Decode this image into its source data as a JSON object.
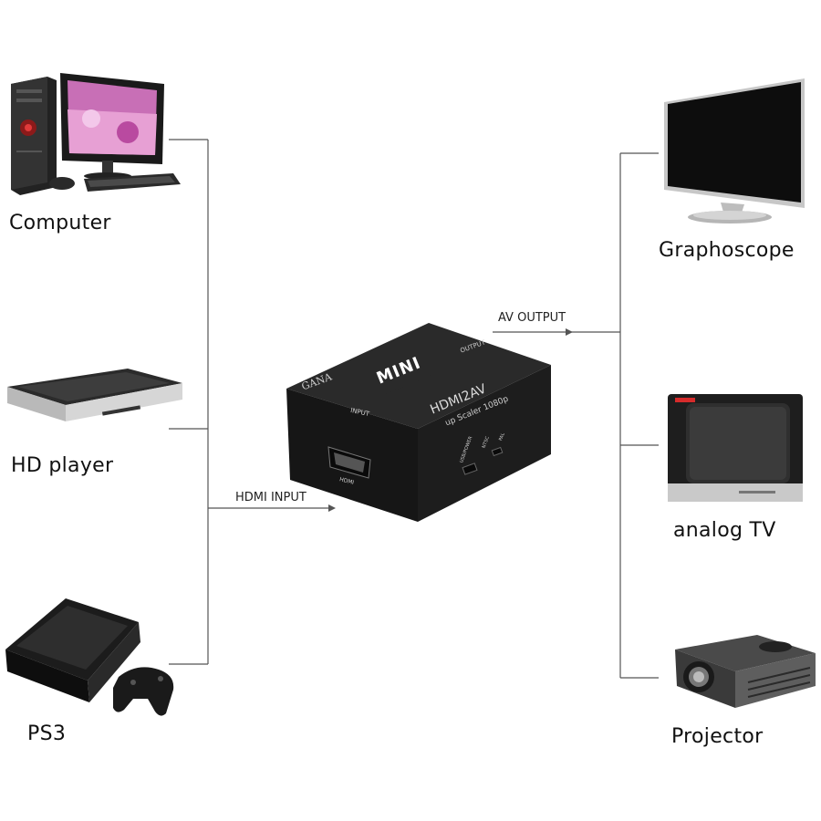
{
  "inputs": [
    {
      "label": "Computer",
      "icon": "desktop-computer-icon"
    },
    {
      "label": "HD player",
      "icon": "dvd-player-icon"
    },
    {
      "label": "PS3",
      "icon": "game-console-icon"
    }
  ],
  "outputs": [
    {
      "label": "Graphoscope",
      "icon": "flat-monitor-icon"
    },
    {
      "label": "analog TV",
      "icon": "crt-tv-icon"
    },
    {
      "label": "Projector",
      "icon": "projector-icon"
    }
  ],
  "connections": {
    "input_label": "HDMI INPUT",
    "output_label": "AV OUTPUT"
  },
  "device": {
    "brand": "GANA",
    "model_badge": "MINI",
    "model_name": "HDMI2AV",
    "model_sub": "up Scaler 1080p",
    "input_port": "INPUT",
    "output_port": "OUTPUT",
    "hdmi_port": "HDMI",
    "usb_port": "USB/POWER",
    "switch_ntsc": "NTSC",
    "switch_pal": "PAL"
  },
  "colors": {
    "line": "#555555",
    "device_body": "#1b1b1b",
    "device_top": "#2a2a2a"
  }
}
